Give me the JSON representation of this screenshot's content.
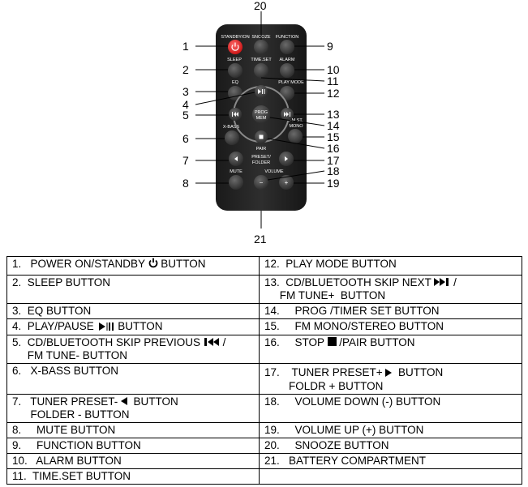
{
  "diagram": {
    "buttons": {
      "standby": "STANDBY/ON",
      "snooze": "SNOOZE",
      "function": "FUNCTION",
      "sleep": "SLEEP",
      "timeset": "TIME.SET",
      "alarm": "ALARM",
      "eq": "EQ",
      "playmode": "PLAY MODE",
      "prog_mem_line1": "PROG",
      "prog_mem_line2": "MEM",
      "xbass": "X-BASS",
      "fm_st_line1": "FM ST.",
      "fm_st_line2": "MONO",
      "pair": "PAIR",
      "preset_line1": "PRESET/",
      "preset_line2": "FOLDER",
      "mute": "MUTE",
      "volume": "VOLUME",
      "vol_minus": "−",
      "vol_plus": "+"
    },
    "callouts": [
      "1",
      "2",
      "3",
      "4",
      "5",
      "6",
      "7",
      "8",
      "9",
      "10",
      "11",
      "12",
      "13",
      "14",
      "15",
      "16",
      "17",
      "18",
      "19",
      "20",
      "21"
    ]
  },
  "legend": {
    "rows": [
      {
        "left": [
          "1.   POWER ON/STANDBY ",
          "power-symbol",
          " BUTTON"
        ],
        "right": [
          "12.  PLAY MODE BUTTON"
        ]
      },
      {
        "left": [
          "2.  SLEEP BUTTON"
        ],
        "right": [
          "13.  CD/BLUETOOTH SKIP NEXT ",
          "skip-next-symbol",
          " /"
        ],
        "right2": "     FM TUNE+  BUTTON"
      },
      {
        "left": [
          "3.  EQ BUTTON"
        ],
        "right": [
          "14.     PROG /TIMER SET BUTTON"
        ]
      },
      {
        "left": [
          "4.  PLAY/PAUSE ",
          "play-pause-symbol",
          " BUTTON"
        ],
        "right": [
          "15.     FM MONO/STEREO BUTTON"
        ]
      },
      {
        "left": [
          "5.  CD/BLUETOOTH SKIP PREVIOUS ",
          "skip-prev-symbol",
          " /"
        ],
        "left2": "     FM TUNE- BUTTON",
        "right": [
          "16.     STOP ",
          "stop-symbol",
          " /PAIR BUTTON"
        ]
      },
      {
        "left": [
          "6.   X-BASS BUTTON"
        ],
        "right": [
          "17.    TUNER PRESET+ ",
          "right-triangle-symbol",
          "  BUTTON"
        ],
        "right2": "        FOLDR + BUTTON"
      },
      {
        "left": [
          "7.   TUNER PRESET- ",
          "left-triangle-symbol",
          "  BUTTON"
        ],
        "left2": "      FOLDER - BUTTON",
        "right": [
          "18.     VOLUME DOWN (-) BUTTON"
        ]
      },
      {
        "left": [
          "8.     MUTE BUTTON"
        ],
        "right": [
          "19.     VOLUME UP (+) BUTTON"
        ]
      },
      {
        "left": [
          "9.     FUNCTION BUTTON"
        ],
        "right": [
          "20.     SNOOZE BUTTON"
        ]
      },
      {
        "left": [
          "10.   ALARM BUTTON"
        ],
        "right": [
          "21.   BATTERY COMPARTMENT"
        ]
      },
      {
        "left": [
          "11.  TIME.SET BUTTON"
        ],
        "right": [
          ""
        ]
      }
    ]
  }
}
